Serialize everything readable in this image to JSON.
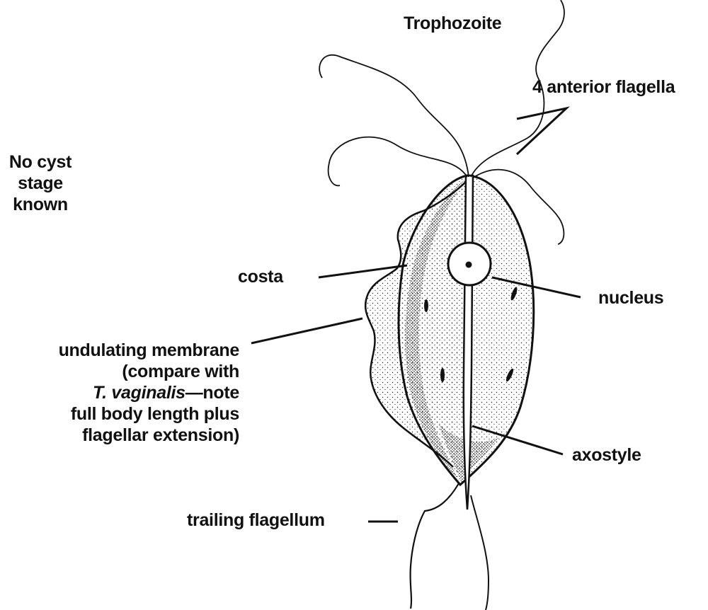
{
  "title": "Trophozoite",
  "side_note": {
    "lines": [
      "No cyst",
      "stage",
      "known"
    ]
  },
  "labels": {
    "anterior_flagella": "4 anterior flagella",
    "costa": "costa",
    "nucleus": "nucleus",
    "undulating_membrane": {
      "line1": "undulating membrane",
      "line2": "(compare with",
      "line3_italic": "T. vaginalis",
      "line3_rest": "—note",
      "line4": "full body length plus",
      "line5": "flagellar extension)"
    },
    "axostyle": "axostyle",
    "trailing_flagellum": "trailing flagellum"
  },
  "colors": {
    "ink": "#111111",
    "background": "#ffffff"
  }
}
